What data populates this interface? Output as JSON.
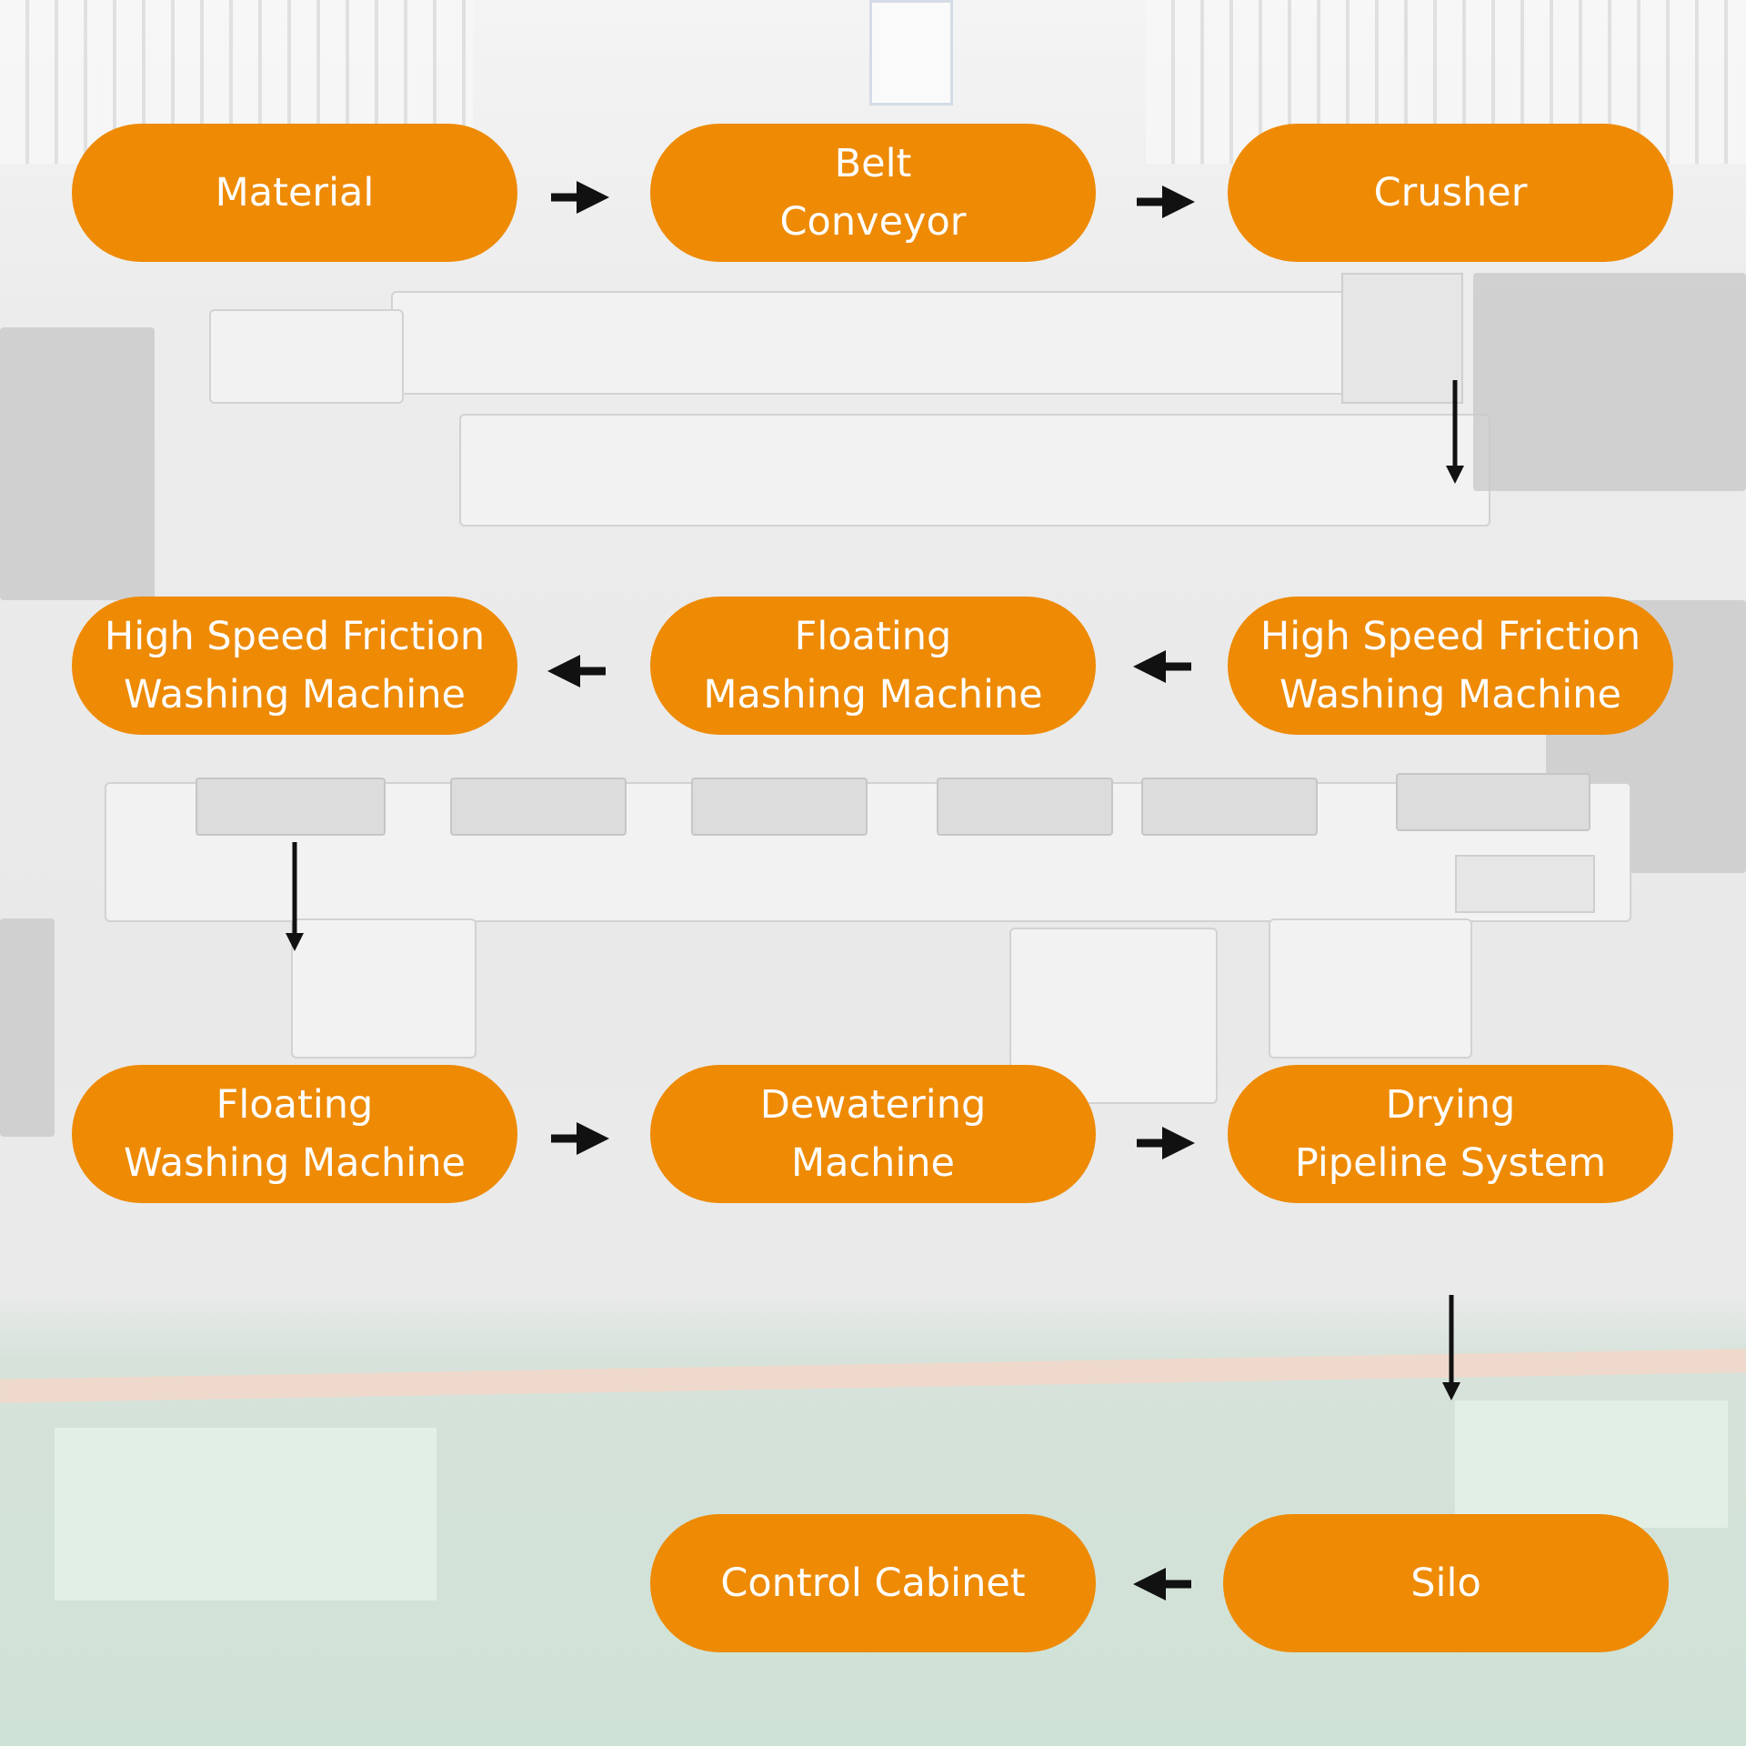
{
  "nodes": {
    "material": {
      "lines": [
        "Material"
      ]
    },
    "belt_conveyor": {
      "lines": [
        "Belt",
        "Conveyor"
      ]
    },
    "crusher": {
      "lines": [
        "Crusher"
      ]
    },
    "hs_friction_1": {
      "lines": [
        "High Speed Friction",
        "Washing Machine"
      ]
    },
    "floating_mashing": {
      "lines": [
        "Floating",
        "Mashing Machine"
      ]
    },
    "hs_friction_2": {
      "lines": [
        "High Speed Friction",
        "Washing Machine"
      ]
    },
    "floating_washing": {
      "lines": [
        "Floating",
        "Washing Machine"
      ]
    },
    "dewatering": {
      "lines": [
        "Dewatering",
        "Machine"
      ]
    },
    "drying": {
      "lines": [
        "Drying",
        "Pipeline System"
      ]
    },
    "silo": {
      "lines": [
        "Silo"
      ]
    },
    "control_cabinet": {
      "lines": [
        "Control Cabinet"
      ]
    }
  },
  "edges": [
    {
      "from": "material",
      "to": "belt_conveyor",
      "direction": "right"
    },
    {
      "from": "belt_conveyor",
      "to": "crusher",
      "direction": "right"
    },
    {
      "from": "crusher",
      "to": "hs_friction_1",
      "direction": "down"
    },
    {
      "from": "hs_friction_1",
      "to": "floating_mashing",
      "direction": "left"
    },
    {
      "from": "floating_mashing",
      "to": "hs_friction_2",
      "direction": "left"
    },
    {
      "from": "hs_friction_2",
      "to": "floating_washing",
      "direction": "down"
    },
    {
      "from": "floating_washing",
      "to": "dewatering",
      "direction": "right"
    },
    {
      "from": "dewatering",
      "to": "drying",
      "direction": "right"
    },
    {
      "from": "drying",
      "to": "silo",
      "direction": "down"
    },
    {
      "from": "silo",
      "to": "control_cabinet",
      "direction": "left"
    }
  ],
  "colors": {
    "node_fill": "#ee8a04",
    "node_text": "#ffffff",
    "arrow": "#111111"
  }
}
